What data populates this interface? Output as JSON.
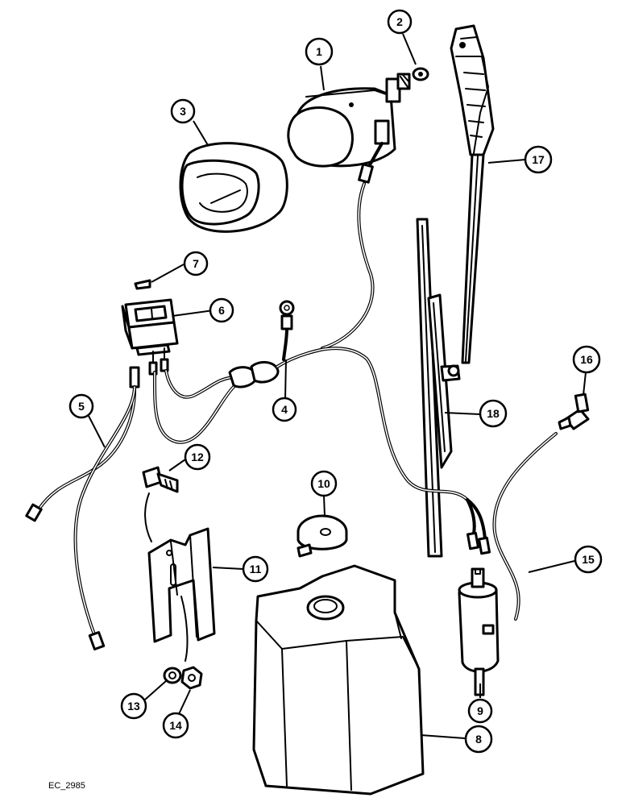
{
  "diagram": {
    "callouts": [
      "1",
      "2",
      "3",
      "4",
      "5",
      "6",
      "7",
      "8",
      "9",
      "10",
      "11",
      "12",
      "13",
      "14",
      "15",
      "16",
      "17",
      "18"
    ],
    "ref_code": "EC_2985"
  }
}
